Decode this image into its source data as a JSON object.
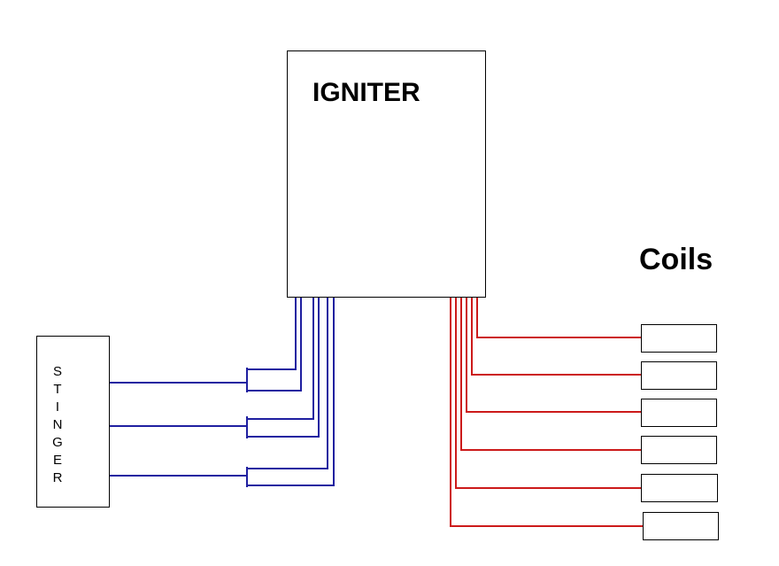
{
  "igniter": {
    "label": "IGNITER"
  },
  "coils": {
    "label": "Coils",
    "count": 6
  },
  "stinger": {
    "letters": [
      "S",
      "T",
      "I",
      "N",
      "G",
      "E",
      "R"
    ]
  },
  "colors": {
    "igniter_to_stinger_wires": "#1f1fa0",
    "igniter_to_coil_wires": "#cc1a1a",
    "outline": "#000000",
    "background": "#ffffff"
  }
}
